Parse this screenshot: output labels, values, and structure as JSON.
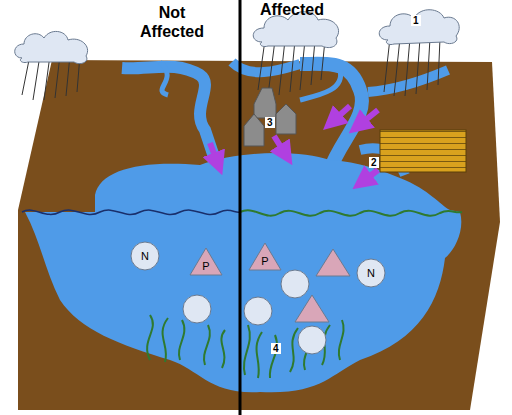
{
  "diagram": {
    "nodes": [
      {
        "text": [
          "N"
        ]
      },
      {
        "text": [
          "P"
        ]
      },
      {
        "text": [
          "P"
        ]
      },
      {
        "text": [
          "N"
        ]
      }
    ],
    "labels": [
      "Not Affected",
      "Affected",
      "1",
      "2",
      "3",
      "4"
    ]
  }
}
